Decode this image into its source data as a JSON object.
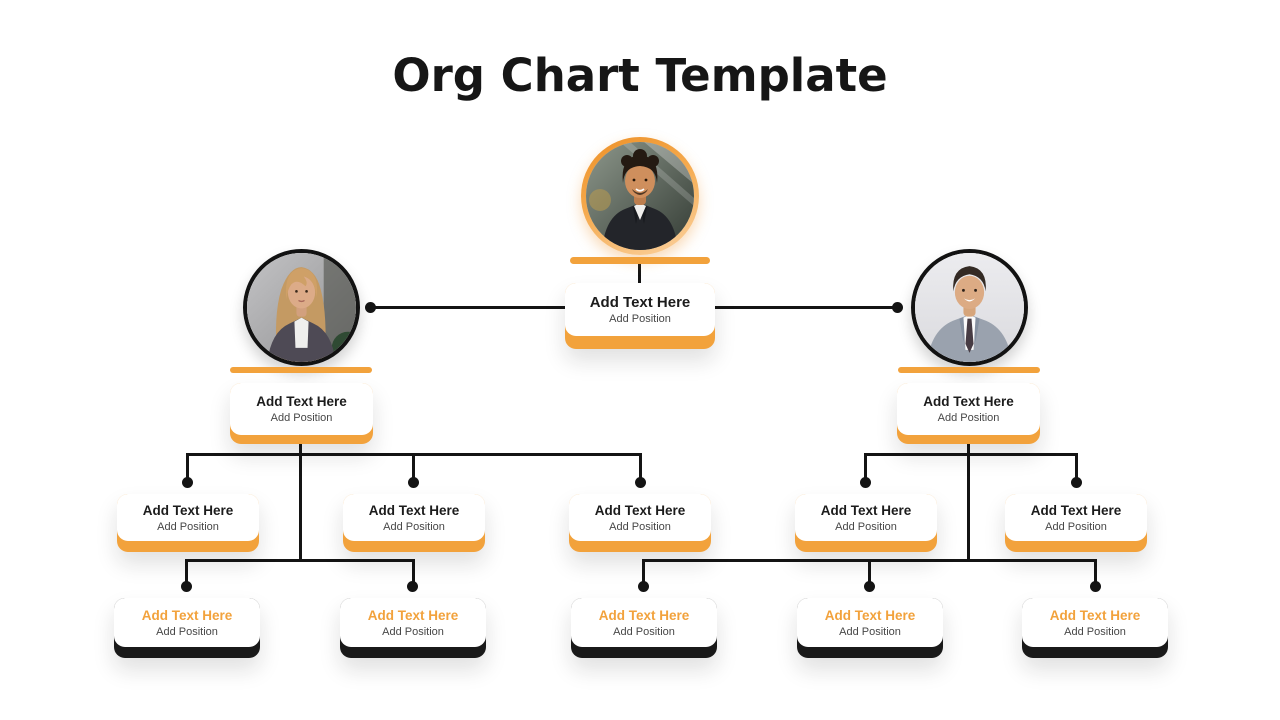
{
  "title": "Org Chart Template",
  "colors": {
    "accent_orange": "#F2A23C",
    "connector_black": "#141414",
    "level4_bar_dark": "#191919",
    "name_text": "#1C1C1C",
    "position_text": "#474747",
    "background": "#FFFFFF"
  },
  "ceo": {
    "name": "Add Text Here",
    "position": "Add Position",
    "photo": "man with dark curly hair in dark suit"
  },
  "managers": [
    {
      "name": "Add Text Here",
      "position": "Add Position",
      "photo": "woman with blonde hair in dark blazer"
    },
    {
      "name": "Add Text Here",
      "position": "Add Position",
      "photo": "smiling man in gray suit and tie"
    }
  ],
  "level3": [
    {
      "name": "Add Text Here",
      "position": "Add Position"
    },
    {
      "name": "Add Text Here",
      "position": "Add Position"
    },
    {
      "name": "Add Text Here",
      "position": "Add Position"
    },
    {
      "name": "Add Text Here",
      "position": "Add Position"
    },
    {
      "name": "Add Text Here",
      "position": "Add Position"
    }
  ],
  "level4": [
    {
      "name": "Add Text Here",
      "position": "Add Position"
    },
    {
      "name": "Add Text Here",
      "position": "Add Position"
    },
    {
      "name": "Add Text Here",
      "position": "Add Position"
    },
    {
      "name": "Add Text Here",
      "position": "Add Position"
    },
    {
      "name": "Add Text Here",
      "position": "Add Position"
    }
  ]
}
